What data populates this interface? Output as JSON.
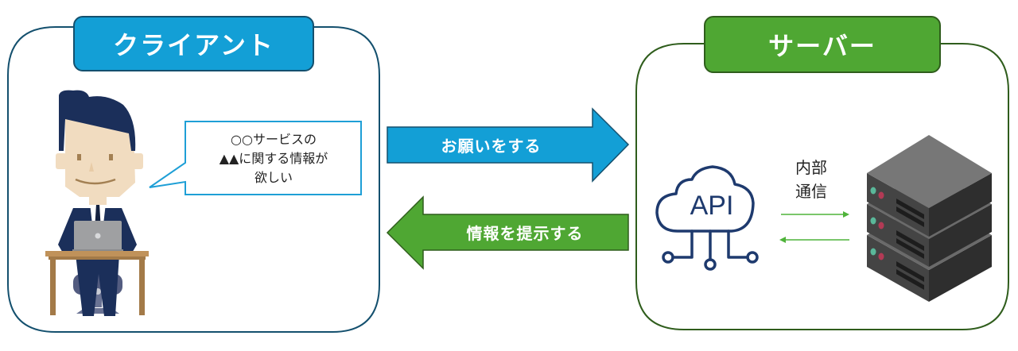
{
  "client": {
    "title": "クライアント",
    "speech_bubble": [
      "○○サービスの",
      "▲▲に関する情報が",
      "欲しい"
    ]
  },
  "server": {
    "title": "サーバー",
    "api_label": "API",
    "internal_comm_label": [
      "内部",
      "通信"
    ]
  },
  "arrows": {
    "request_label": "お願いをする",
    "response_label": "情報を提示する"
  },
  "colors": {
    "client_blue": "#139fd6",
    "client_border": "#14506e",
    "server_green": "#4fa733",
    "server_border": "#2f5d1c",
    "api_navy": "#1e3a6e",
    "internal_arrow_green": "#4fb33a"
  },
  "icons": {
    "client_person": "businessman-at-laptop-icon",
    "api": "cloud-api-icon",
    "server": "server-rack-icon"
  }
}
